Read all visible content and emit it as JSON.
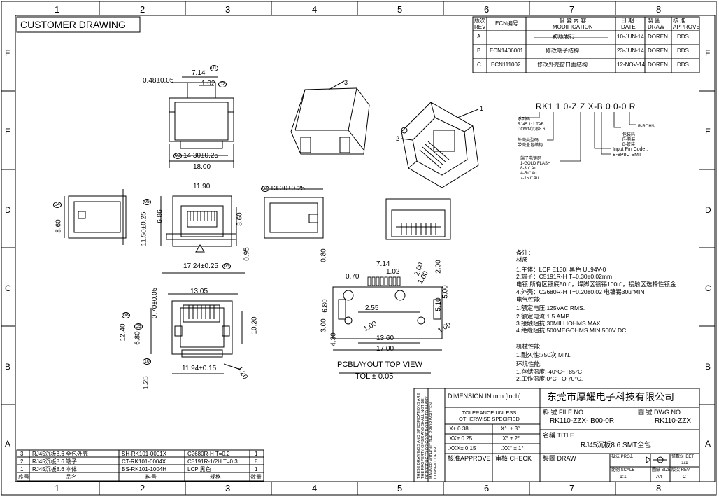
{
  "frame": {
    "columns": [
      "1",
      "2",
      "3",
      "4",
      "5",
      "6",
      "7",
      "8"
    ],
    "rows": [
      "F",
      "E",
      "D",
      "C",
      "B",
      "A"
    ]
  },
  "title": "CUSTOMER DRAWING",
  "revision_table": {
    "headers": [
      "版次\nREV",
      "ECN编号",
      "設 變 內 容\nMODIFICATION",
      "日 期\nDATE",
      "製 圖\nDRAW",
      "核 准\nAPPROVE"
    ],
    "rows": [
      [
        "A",
        "",
        "初版发行",
        "10-JUN-14",
        "DOREN",
        "DDS"
      ],
      [
        "B",
        "ECN1406001",
        "修改端子结构",
        "23-JUN-14",
        "DOREN",
        "DDS"
      ],
      [
        "C",
        "ECN111002",
        "修改外壳窗口面结构",
        "12-NOV-14",
        "DOREN",
        "DDS"
      ]
    ]
  },
  "dimensions": {
    "top_view": [
      "0.48±0.05",
      "7.14",
      "1.02",
      "14.30±0.25",
      "18.00",
      "01",
      "02",
      "03"
    ],
    "front_view": [
      "11.90",
      "8.60",
      "11.50±0.25",
      "6.86",
      "8.60",
      "0.95",
      "17.24±0.25",
      "04",
      "05",
      "06"
    ],
    "side_view": [
      "13.30±0.25",
      "0.80",
      "07"
    ],
    "bottom_view": [
      "13.05",
      "0.70±0.05",
      "12.40",
      "6.80",
      "10.20",
      "11.94±0.15",
      "1.20",
      "1.25",
      "08",
      "09",
      "10"
    ],
    "pcb": [
      "7.14",
      "1.02",
      "0.70",
      "2.00",
      "2.00",
      "5.00",
      "5.10",
      "6.80",
      "2.55",
      "3.00",
      "4.30",
      "13.60",
      "17.00",
      "1.00",
      "1.00",
      "1.00"
    ]
  },
  "pcb_title": "PCBLAYOUT TOP VIEW",
  "pcb_tol": "TOL ± 0.05",
  "callouts": [
    "1",
    "2",
    "3"
  ],
  "part_number": {
    "code": "RK1 1 0-Z Z X-B 0 0-0 R",
    "notes": [
      "系列码\nRJ45 1*1 TAB\nDOWN沉板8.6",
      "外壳类型码\n带壳全包结构",
      "Input Pin Code :\nB-8P8C SMT",
      "端子电镀码\n1-GOLD FLASH\n8-3u\" Au\nA-5u\" Au\n7-15u\" Au",
      "包装码\nR-卷装\nB-管装",
      "R-ROHS"
    ]
  },
  "notes": {
    "lines": [
      "备注：",
      "材质",
      "1.主体：LCP E130I 黑色 UL94V-0",
      "2.端子：C5191R-H T=0.30±0.02mm",
      "电镀:所有区镀底50u\"，焊脚区镀锡100u\"，接触区选择性镀金",
      "4.外壳：C2680R-H T=0.20±0.02 电镀锡30u\"MIN",
      "电气性能",
      "1.额定电压:125VAC RMS.",
      "2.额定电流:1.5 AMP.",
      "3.接触阻抗:30MILLIOHMS MAX.",
      "4.绝缘阻抗:500MEGOHMS MIN 500V DC.",
      "机械性能",
      "1.耐久性:750次 MIN.",
      "环境性能:",
      "1.存储温度:-40°C~+85°C.",
      "2.工作温度:0°C TO 70°C."
    ]
  },
  "bom": {
    "rows": [
      [
        "3",
        "RJ45沉板8.6 全包外壳",
        "SH-RK101-0001X",
        "C2680R-H T=0.2",
        "1"
      ],
      [
        "2",
        "RJ45沉板8.6 端子",
        "CT-RK101-0004X",
        "C5191R-1/2H T=0.3",
        "8"
      ],
      [
        "1",
        "RJ45沉板8.6 本体",
        "BS-RK101-1004H",
        "LCP 黑色",
        "1"
      ]
    ],
    "headers": [
      "序号",
      "品名",
      "料号",
      "规格",
      "数量"
    ]
  },
  "title_block": {
    "side_text": "THESE DRAWINGS AND SPECIFICATIONS ARE THE PROPERTY OF DR AND SHALL NOT BE REPRODUCED OR COPIED OR USED IN ANY MANNER WITHOUT THE PRIOR WRITTEN CONSENT OF DR",
    "dimension_label": "DIMENSION IN mm [Inch]",
    "company": "东莞市厚耀电子科技有限公司",
    "tolerance_title": "TOLERANCE UNLESS\nOTHERWISE SPECIFIED",
    "tolerances": [
      [
        ".X± 0.38",
        "X° .± 3°"
      ],
      [
        ".XX± 0.25",
        ".X° ± 2°"
      ],
      [
        ".XXX± 0.15",
        ".XX° ± 1°"
      ]
    ],
    "file_no_label": "料 號 FILE NO.",
    "file_no": "RK110-ZZX- B00-0R",
    "dwg_no_label": "圖 號 DWG NO.",
    "dwg_no": "RK110-ZZX",
    "title_label": "名稱 TITLE",
    "title_value": "RJ45沉板8.6 SMT全包",
    "approve": "核准APPROVE",
    "check": "审核 CHECK",
    "draw": "製圖 DRAW",
    "proj_label": "投法 PROJ.",
    "sheet_label": "張數SHEET",
    "sheet": "1/1",
    "scale_label": "比例 SCALE",
    "scale": "1:1",
    "size_label": "圖紙 SIZE",
    "size": "A4",
    "rev_label": "版次 REV",
    "rev": "C"
  },
  "colors": {
    "ink": "#000000",
    "paper": "#ffffff"
  }
}
